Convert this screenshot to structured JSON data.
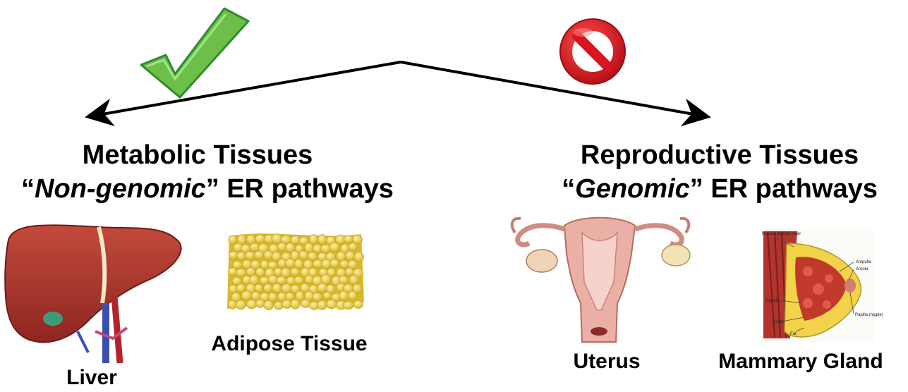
{
  "left": {
    "title": "Metabolic Tissues",
    "quote_open": "“",
    "emphasis": "Non-genomic",
    "rest": "” ER pathways",
    "status_icon": "check-mark-icon",
    "tissues": [
      "Liver",
      "Adipose Tissue"
    ]
  },
  "right": {
    "title": "Reproductive Tissues",
    "quote_open": "“",
    "emphasis": "Genomic",
    "rest": "” ER pathways",
    "status_icon": "prohibited-icon",
    "tissues": [
      "Uterus",
      "Mammary Gland"
    ]
  },
  "breast_labels": [
    "Musculus pectoralis major",
    "Ampulla",
    "Areola",
    "Glands",
    "Papilla (nipple)",
    "Ducts",
    "Fat"
  ],
  "colors": {
    "check_fill": "#6cc04a",
    "check_stroke": "#2e8b2e",
    "stop_red": "#d7141f",
    "liver": "#a8322b",
    "adipose": "#e8cf45",
    "uterus": "#e8a9a1",
    "gland": "#c0392b"
  }
}
